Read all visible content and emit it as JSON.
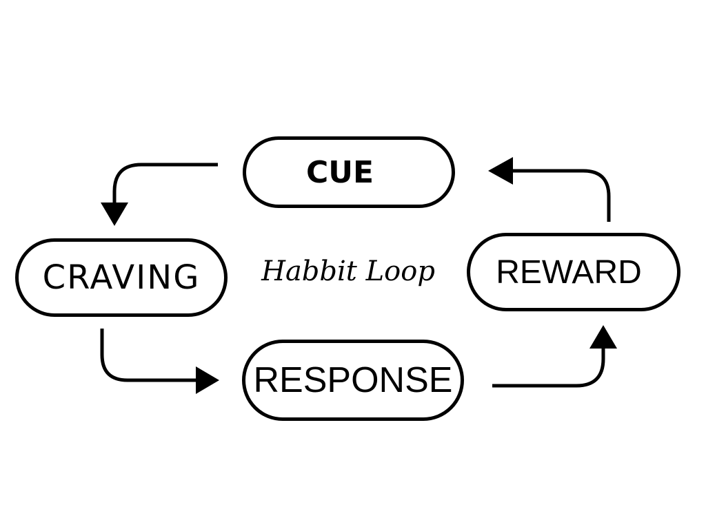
{
  "diagram": {
    "title": "Habbit Loop",
    "nodes": {
      "cue": "CUE",
      "craving": "CRAVING",
      "response": "RESPONSE",
      "reward": "REWARD"
    },
    "flow": [
      {
        "from": "CUE",
        "to": "CRAVING"
      },
      {
        "from": "CRAVING",
        "to": "RESPONSE"
      },
      {
        "from": "RESPONSE",
        "to": "REWARD"
      },
      {
        "from": "REWARD",
        "to": "CUE"
      }
    ],
    "colors": {
      "stroke": "#000000",
      "background": "#ffffff"
    }
  }
}
